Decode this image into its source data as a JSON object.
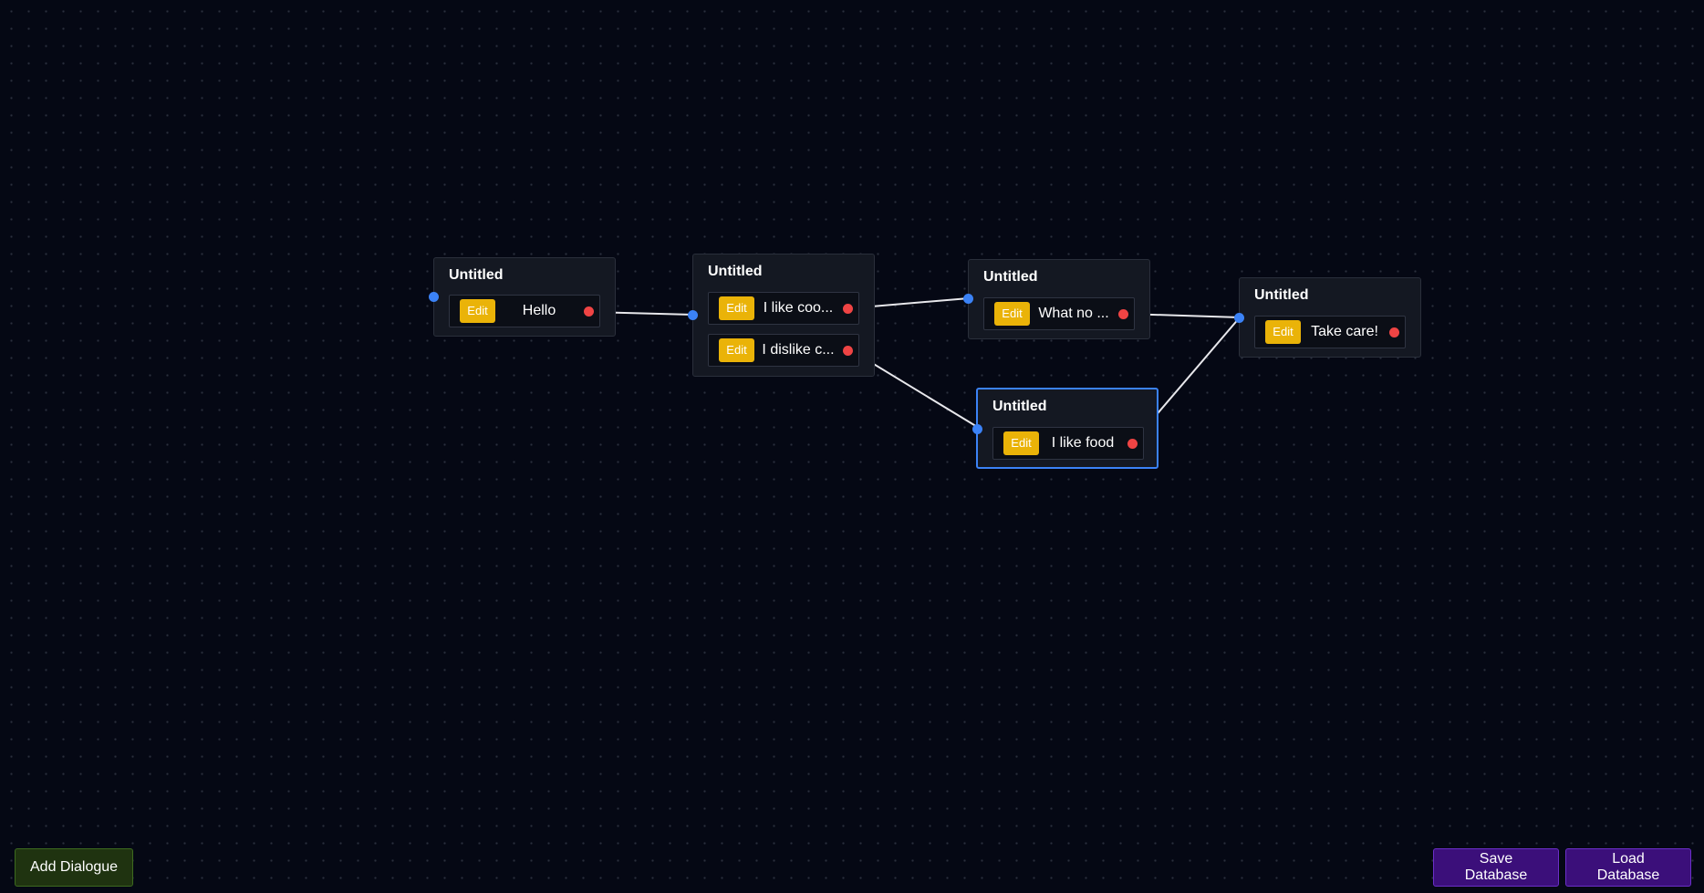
{
  "colors": {
    "background": "#050814",
    "node": "#141822",
    "edit_button": "#eab308",
    "input_handle": "#3b82f6",
    "output_handle": "#ef4444",
    "selected_border": "#3b82f6",
    "add_button": "#1f3310",
    "database_button": "#3b0f7a"
  },
  "nodes": [
    {
      "title": "Untitled",
      "options": [
        {
          "edit_label": "Edit",
          "text": "Hello"
        }
      ]
    },
    {
      "title": "Untitled",
      "options": [
        {
          "edit_label": "Edit",
          "text": "I like coo..."
        },
        {
          "edit_label": "Edit",
          "text": "I dislike c..."
        }
      ]
    },
    {
      "title": "Untitled",
      "options": [
        {
          "edit_label": "Edit",
          "text": "What no ..."
        }
      ]
    },
    {
      "title": "Untitled",
      "options": [
        {
          "edit_label": "Edit",
          "text": "I like food"
        }
      ]
    },
    {
      "title": "Untitled",
      "options": [
        {
          "edit_label": "Edit",
          "text": "Take care!"
        }
      ]
    }
  ],
  "toolbar": {
    "add_label": "Add Dialogue",
    "save_label": "Save Database",
    "load_label": "Load Database"
  }
}
